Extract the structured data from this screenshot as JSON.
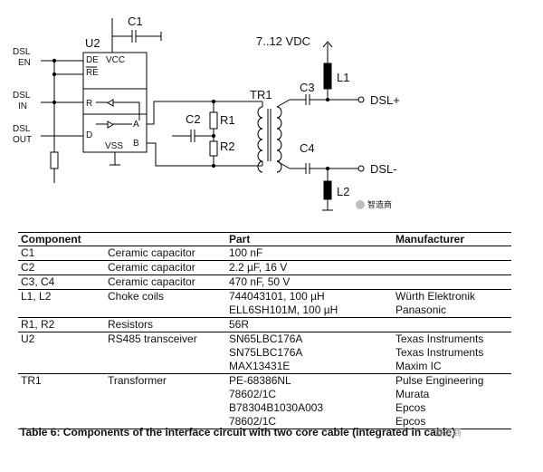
{
  "schematic": {
    "signals": {
      "dsl_en_1": "DSL",
      "dsl_en_2": "EN",
      "dsl_in_1": "DSL",
      "dsl_in_2": "IN",
      "dsl_out_1": "DSL",
      "dsl_out_2": "OUT"
    },
    "chip_label": "U2",
    "pins": {
      "de": "DE",
      "vcc": "VCC",
      "re": "RE",
      "r": "R",
      "d": "D",
      "a": "A",
      "b": "B",
      "vss": "VSS"
    },
    "components": {
      "c1": "C1",
      "c2": "C2",
      "c3": "C3",
      "c4": "C4",
      "r1": "R1",
      "r2": "R2",
      "l1": "L1",
      "l2": "L2",
      "tr1": "TR1"
    },
    "supply": "7..12 VDC",
    "out_plus": "DSL+",
    "out_minus": "DSL-",
    "watermark": "智造商"
  },
  "table": {
    "headers": {
      "component": "Component",
      "part": "Part",
      "manufacturer": "Manufacturer"
    },
    "rows": [
      {
        "component": "C1",
        "type": "Ceramic capacitor",
        "parts": [
          "100 nF"
        ],
        "manufacturers": []
      },
      {
        "component": "C2",
        "type": "Ceramic capacitor",
        "parts": [
          "2.2 µF, 16 V"
        ],
        "manufacturers": []
      },
      {
        "component": "C3, C4",
        "type": "Ceramic capacitor",
        "parts": [
          "470 nF, 50 V"
        ],
        "manufacturers": []
      },
      {
        "component": "L1, L2",
        "type": "Choke coils",
        "parts": [
          "744043101, 100 µH",
          "ELL6SH101M, 100 µH"
        ],
        "manufacturers": [
          "Würth Elektronik",
          "Panasonic"
        ]
      },
      {
        "component": "R1, R2",
        "type": "Resistors",
        "parts": [
          "56R"
        ],
        "manufacturers": []
      },
      {
        "component": "U2",
        "type": "RS485 transceiver",
        "parts": [
          "SN65LBC176A",
          "SN75LBC176A",
          "MAX13431E"
        ],
        "manufacturers": [
          "Texas Instruments",
          "Texas Instruments",
          "Maxim IC"
        ]
      },
      {
        "component": "TR1",
        "type": "Transformer",
        "parts": [
          "PE-68386NL",
          "78602/1C",
          "B78304B1030A003",
          "78602/1C"
        ],
        "manufacturers": [
          "Pulse Engineering",
          "Murata",
          "Epcos",
          "Epcos"
        ]
      }
    ]
  },
  "caption": "Table 6: Components of the interface circuit with two core cable (integrated in cable)",
  "caption_watermark": "智造商"
}
